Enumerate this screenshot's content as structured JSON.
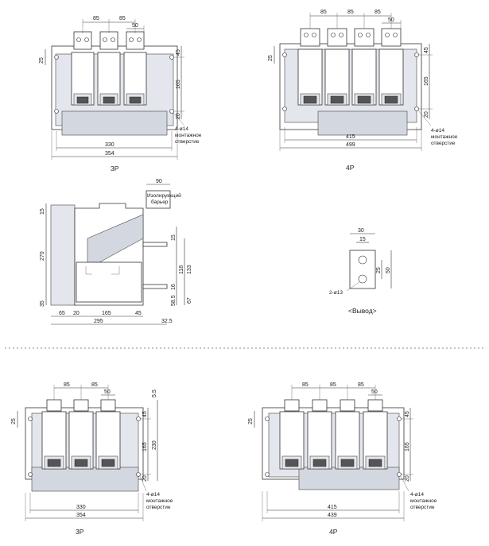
{
  "view_3p_top": {
    "dim_pitch_1": "85",
    "dim_pitch_2": "85",
    "dim_terminal": "50",
    "dim_left": "25",
    "dim_right_top": "45",
    "dim_right_mid": "165",
    "dim_right_bot": "20",
    "dim_inner_width": "330",
    "dim_outer_width": "354",
    "hole_note_1": "4-ø14",
    "hole_note_2": "монтажное",
    "hole_note_3": "отверстие",
    "caption": "3P"
  },
  "view_4p_top": {
    "dim_pitch_1": "85",
    "dim_pitch_2": "85",
    "dim_pitch_3": "85",
    "dim_terminal": "50",
    "dim_left": "25",
    "dim_right_top": "45",
    "dim_right_mid": "165",
    "dim_right_bot": "20",
    "dim_inner_width": "415",
    "dim_outer_width": "499",
    "hole_note_1": "4-ø14",
    "hole_note_2": "монтажное",
    "hole_note_3": "отверстие",
    "caption": "4P"
  },
  "view_side": {
    "dim_top": "90",
    "flange_label_1": "Изолирующий",
    "flange_label_2": "барьер",
    "dim_left_top": "15",
    "dim_left_mid": "270",
    "dim_left_bot": "35",
    "dim_right_1": "15",
    "dim_right_2": "118",
    "dim_right_3": "133",
    "dim_right_4": "16",
    "dim_right_5": "58.5",
    "dim_right_6": "67",
    "dim_bottom_1": "65",
    "dim_bottom_2": "20",
    "dim_bottom_3": "165",
    "dim_bottom_4": "45",
    "dim_bottom_total": "295",
    "dim_bottom_ext": "32.5"
  },
  "view_terminal": {
    "dim_width": "30",
    "dim_half": "15",
    "dim_hole_offset": "25",
    "dim_height": "50",
    "hole_note": "2-ø13",
    "caption": "<Вывод>"
  },
  "view_3p_bottom": {
    "dim_pitch_1": "85",
    "dim_pitch_2": "85",
    "dim_terminal": "50",
    "dim_top_right": "5.5",
    "dim_left": "25",
    "dim_right_top": "45",
    "dim_right_mid": "165",
    "dim_right_total": "230",
    "dim_right_bot": "20",
    "dim_inner_width": "330",
    "dim_outer_width": "354",
    "hole_note_1": "4-ø14",
    "hole_note_2": "монтажное",
    "hole_note_3": "отверстие",
    "caption": "3P"
  },
  "view_4p_bottom": {
    "dim_pitch_1": "85",
    "dim_pitch_2": "85",
    "dim_pitch_3": "85",
    "dim_terminal": "50",
    "dim_left": "25",
    "dim_right_top": "45",
    "dim_right_mid": "165",
    "dim_right_bot": "20",
    "dim_inner_width": "415",
    "dim_outer_width": "439",
    "hole_note_1": "4-ø14",
    "hole_note_2": "монтажное",
    "hole_note_3": "отверстие",
    "caption": "4P"
  }
}
